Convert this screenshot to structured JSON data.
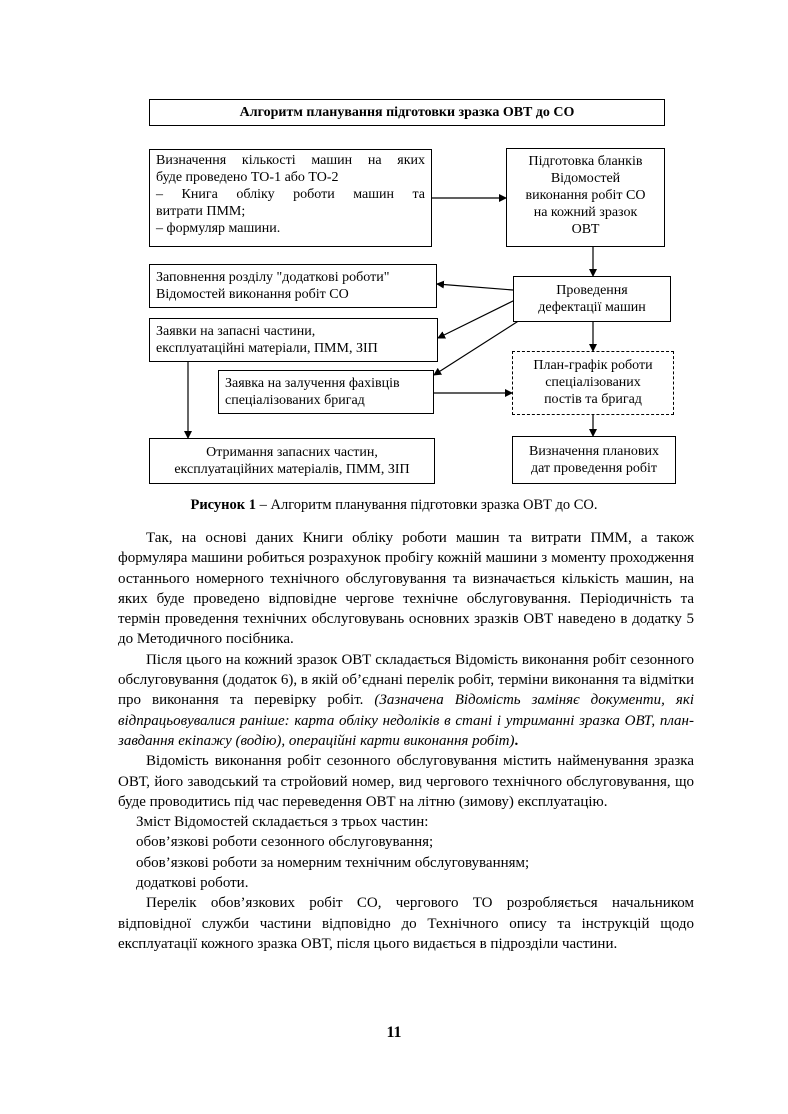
{
  "diagram": {
    "title": "Алгоритм планування підготовки зразка ОВТ до СО",
    "box_machines_count": {
      "lines": [
        "Визначення кількості машин на яких",
        "буде проведено ТО-1 або ТО-2",
        "– Книга обліку роботи машин та",
        "витрати ПММ;",
        "– формуляр машини."
      ]
    },
    "box_blanks_prep": {
      "lines": [
        "Підготовка бланків",
        "Відомостей",
        "виконання робіт СО",
        "на кожний зразок",
        "ОВТ"
      ]
    },
    "box_fill_section": {
      "lines": [
        "Заповнення розділу \"додаткові роботи\"",
        "Відомостей виконання робіт СО"
      ]
    },
    "box_defect": {
      "lines": [
        "Проведення",
        "дефектації машин"
      ]
    },
    "box_parts_request": {
      "lines": [
        "Заявки на запасні частини,",
        "експлуатаційні матеріали, ПММ, ЗІП"
      ]
    },
    "box_specialists": {
      "lines": [
        "Заявка на залучення фахівців",
        "спеціалізованих бригад"
      ]
    },
    "box_schedule": {
      "lines": [
        "План-графік роботи",
        "спеціалізованих",
        "постів та бригад"
      ]
    },
    "box_receive": {
      "lines": [
        "Отримання запасних частин,",
        "експлуатаційних матеріалів, ПММ, ЗІП"
      ]
    },
    "box_dates": {
      "lines": [
        "Визначення планових",
        "дат проведення робіт"
      ]
    }
  },
  "caption": {
    "label": "Рисунок 1",
    "text": " – Алгоритм планування підготовки зразка ОВТ до СО."
  },
  "paragraphs": {
    "p1": "Так, на основі даних Книги обліку роботи машин та витрати ПММ, а також формуляра машини робиться розрахунок пробігу кожній машини з моменту проходження останнього номерного технічного обслуговування та визначається кількість машин, на яких буде проведено відповідне чергове технічне обслуговування. Періодичність та термін проведення технічних обслуговувань основних зразків ОВТ наведено в додатку 5 до Методичного посібника.",
    "p2_normal": "Після цього на кожний зразок ОВТ складається Відомість виконання робіт сезонного обслуговування (додаток 6), в якій об’єднані перелік робіт, терміни виконання та відмітки про виконання та перевірку робіт. ",
    "p2_italic": "(Зазначена Відомість заміняє документи, які відпрацьовувалися раніше: карта обліку недоліків в стані і утриманні зразка ОВТ, план-завдання екіпажу (водію), операційні карти виконання робіт)",
    "p2_end": ".",
    "p3": "Відомість виконання робіт сезонного обслуговування містить найменування зразка ОВТ, його заводський та стройовий номер, вид чергового технічного обслуговування, що буде проводитись під час переведення ОВТ на літню (зимову) експлуатацію.",
    "p4": "Зміст Відомостей складається з трьох частин:",
    "list": [
      "обов’язкові роботи сезонного обслуговування;",
      "обов’язкові роботи за номерним технічним обслуговуванням;",
      "додаткові роботи."
    ],
    "p5": "Перелік обов’язкових робіт СО, чергового ТО розробляється начальником відповідної служби частини відповідно до Технічного опису та інструкцій щодо експлуатації кожного зразка ОВТ, після цього видається в підрозділи частини."
  },
  "page_number": "11"
}
